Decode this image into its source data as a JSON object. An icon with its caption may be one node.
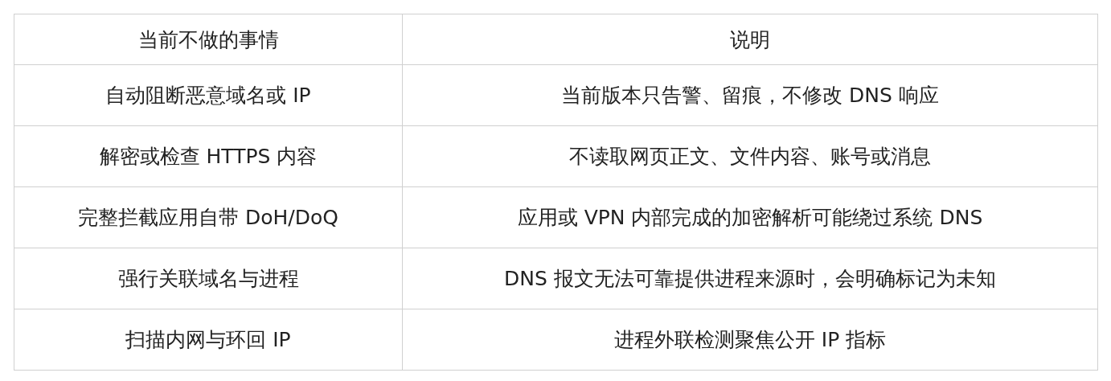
{
  "diagram": {
    "labels": [
      "当前不做的事情",
      "说明",
      "自动阻断恶意域名或 IP",
      "当前版本只告警、留痕，不修改 DNS 响应",
      "解密或检查 HTTPS 内容",
      "不读取网页正文、文件内容、账号或消息",
      "完整拦截应用自带 DoH/DoQ",
      "应用或 VPN 内部完成的加密解析可能绕过系统 DNS",
      "强行关联域名与进程",
      "DNS 报文无法可靠提供进程来源时，会明确标记为未知",
      "扫描内网与环回 IP",
      "进程外联检测聚焦公开 IP 指标"
    ]
  }
}
